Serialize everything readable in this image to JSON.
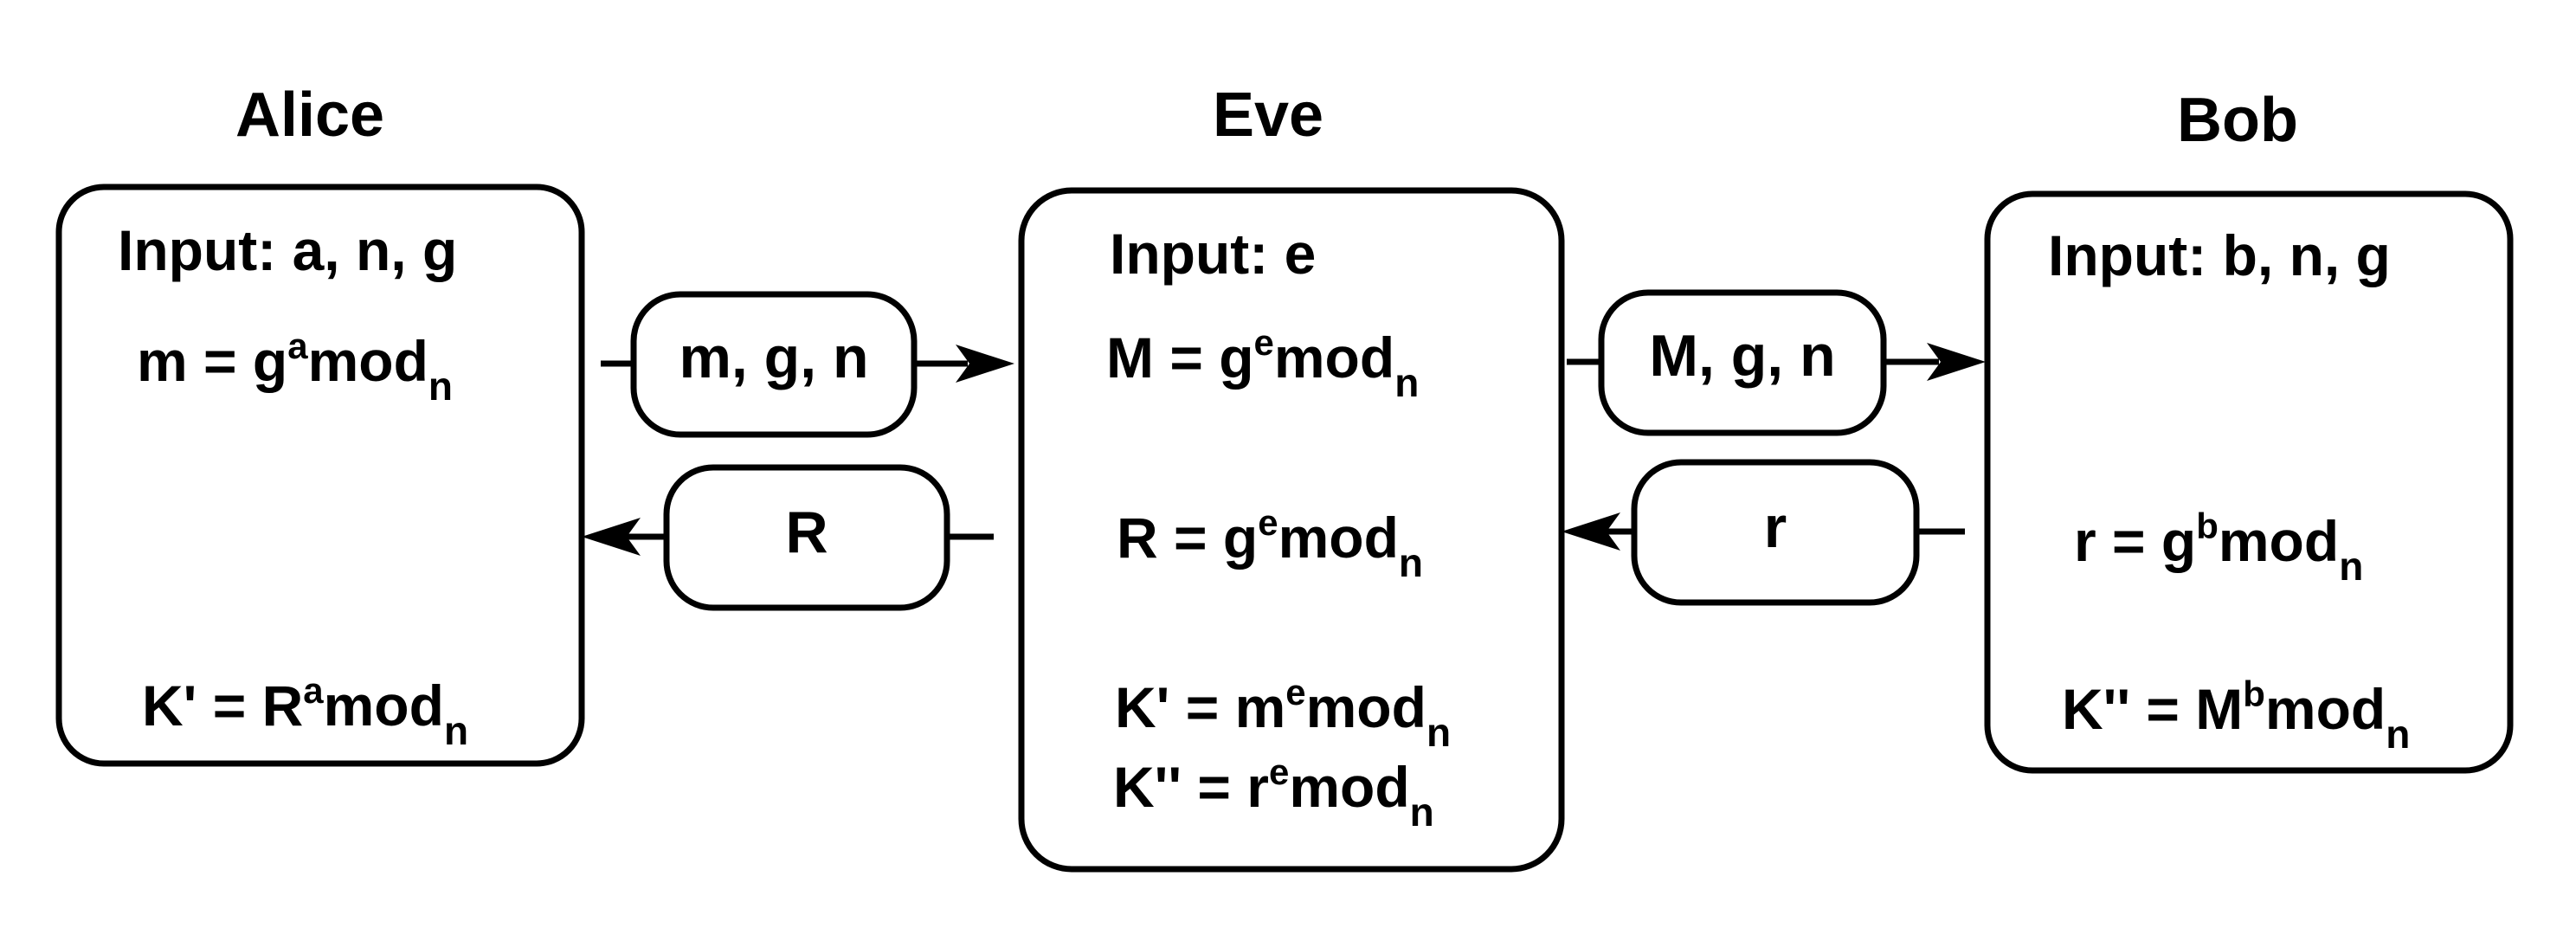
{
  "parties": {
    "alice": {
      "name": "Alice",
      "input": "Input: a, n, g",
      "eq1": {
        "lhs": "m = g",
        "sup": "a",
        "mid": "mod",
        "sub": "n"
      },
      "eq2": {
        "lhs": "K' = R",
        "sup": "a",
        "mid": "mod",
        "sub": "n"
      }
    },
    "eve": {
      "name": "Eve",
      "input": "Input: e",
      "eq1": {
        "lhs": "M = g",
        "sup": "e",
        "mid": "mod",
        "sub": "n"
      },
      "eq2": {
        "lhs": "R = g",
        "sup": "e",
        "mid": "mod",
        "sub": "n"
      },
      "eq3": {
        "lhs": "K' = m",
        "sup": "e",
        "mid": "mod",
        "sub": "n"
      },
      "eq4": {
        "lhs": "K'' = r",
        "sup": "e",
        "mid": "mod",
        "sub": "n"
      }
    },
    "bob": {
      "name": "Bob",
      "input": "Input: b, n, g",
      "eq1": {
        "lhs": "r = g",
        "sup": "b",
        "mid": "mod",
        "sub": "n"
      },
      "eq2": {
        "lhs": "K'' = M",
        "sup": "b",
        "mid": "mod",
        "sub": "n"
      }
    }
  },
  "messages": {
    "alice_to_eve": "m, g, n",
    "eve_to_alice": "R",
    "eve_to_bob": "M, g, n",
    "bob_to_eve": "r"
  }
}
